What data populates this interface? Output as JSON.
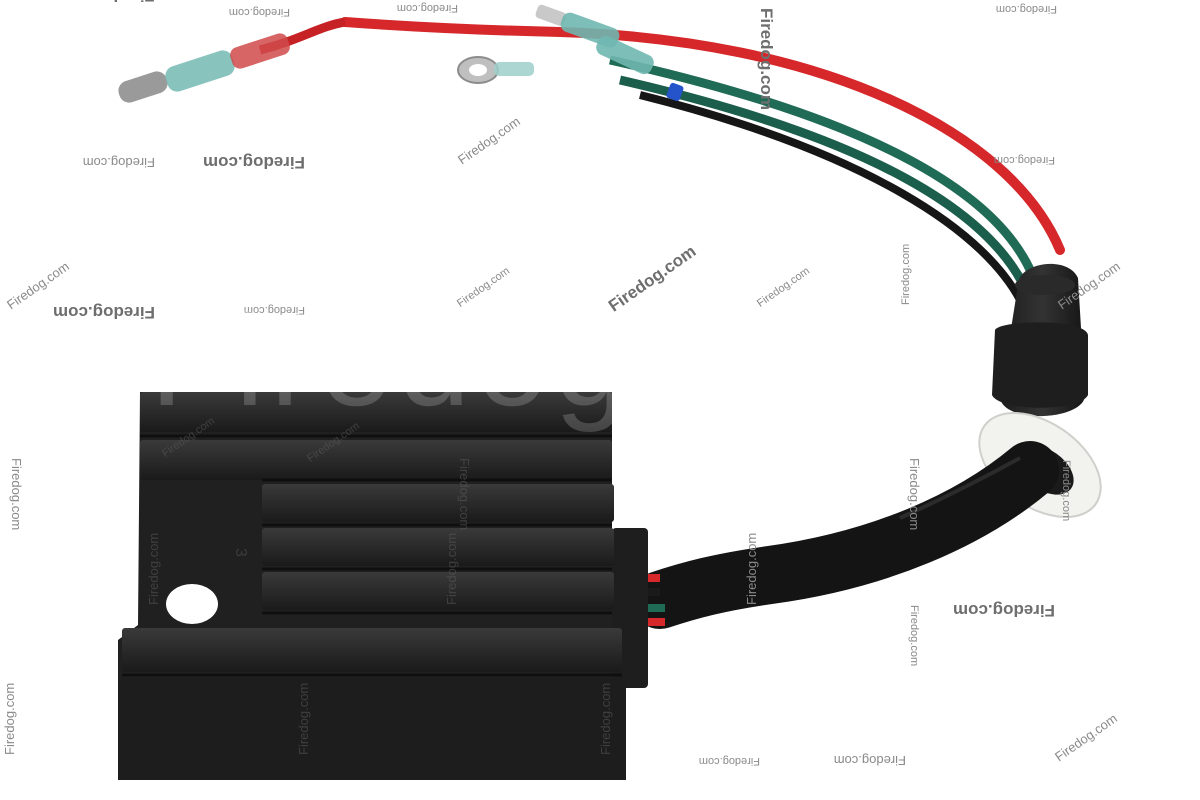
{
  "watermark": {
    "brand": "Firedog.com",
    "giant": "Firedog.com"
  },
  "product": {
    "part_mark": "3"
  },
  "colors": {
    "background": "#ffffff",
    "regulator_body": "#262626",
    "wire_red": "#d6272a",
    "wire_green": "#1f6b55",
    "wire_black": "#141414",
    "terminal_insulation": "#6fb7b0",
    "grommet_white": "#f2f2ef"
  }
}
